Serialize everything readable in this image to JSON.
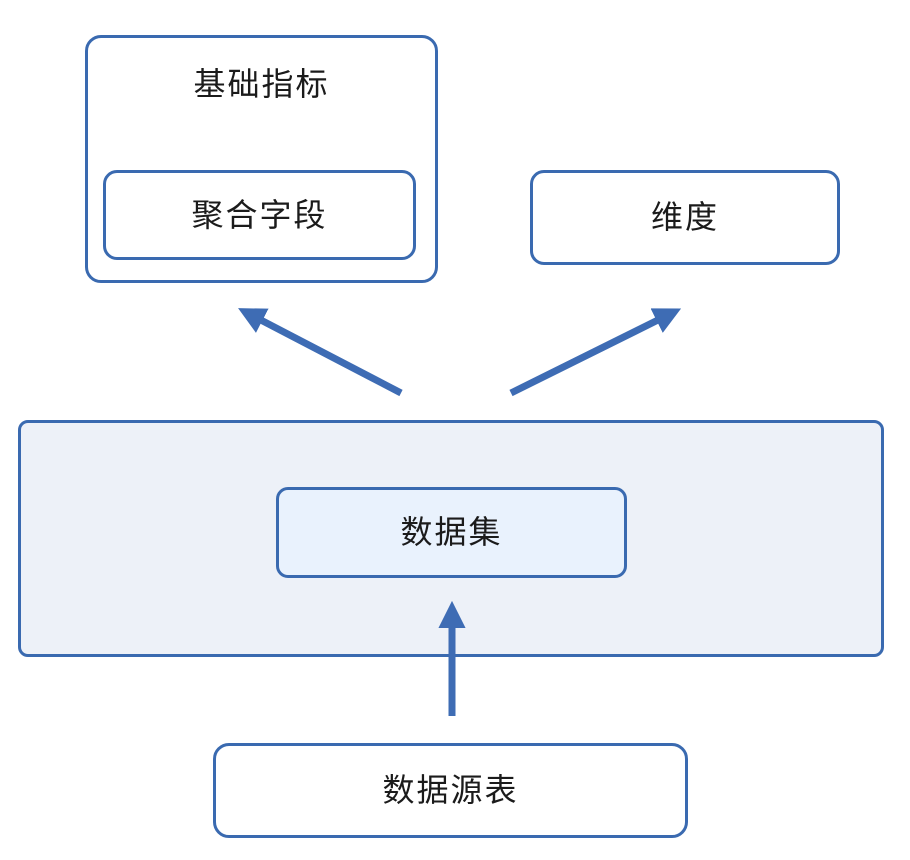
{
  "diagram": {
    "type": "flow-diagram",
    "nodes": {
      "basic_indicator": {
        "label": "基础指标"
      },
      "aggregate_field": {
        "label": "聚合字段"
      },
      "dimension": {
        "label": "维度"
      },
      "dataset": {
        "label": "数据集"
      },
      "source_table": {
        "label": "数据源表"
      }
    },
    "edges": [
      {
        "from": "dataset",
        "to": "basic_indicator",
        "style": "arrow"
      },
      {
        "from": "dataset",
        "to": "dimension",
        "style": "arrow"
      },
      {
        "from": "source_table",
        "to": "dataset",
        "style": "arrow"
      }
    ],
    "colors": {
      "border_blue": "#3a6ab0",
      "arrow_blue": "#3e6cb4",
      "container_fill": "#edf1f8",
      "dataset_fill": "#e9f2fd",
      "node_fill": "#ffffff",
      "text": "#1b1b1b",
      "background": "#ffffff"
    }
  }
}
